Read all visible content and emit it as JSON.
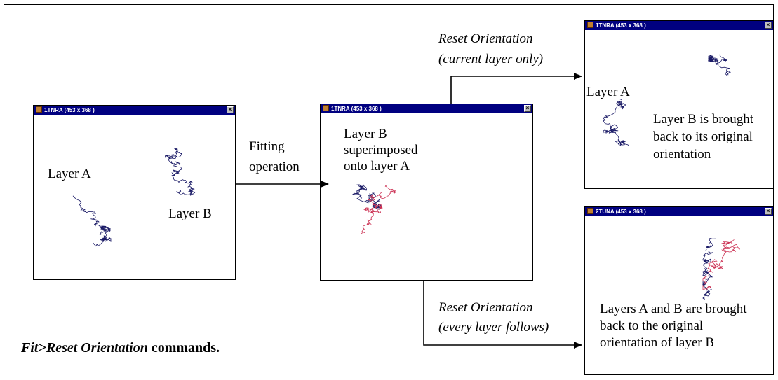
{
  "windows": {
    "left": {
      "title": "1TNRA  (453 x 368 )",
      "close": "×",
      "label_a": "Layer A",
      "label_b": "Layer B"
    },
    "middle": {
      "title": "1TNRA  (453 x 368 )",
      "close": "×",
      "text": [
        "Layer B",
        "superimposed",
        "onto layer A"
      ]
    },
    "top_right": {
      "title": "1TNRA  (453 x 368 )",
      "close": "×",
      "label_a": "Layer A",
      "text": [
        "Layer B is brought",
        "back to its original",
        "orientation"
      ]
    },
    "bottom_right": {
      "title": "2TUNA  (453 x 368 )",
      "close": "×",
      "text": [
        "Layers A and B are brought",
        "back to the original",
        "orientation of layer B"
      ]
    }
  },
  "arrows": {
    "fitting": [
      "Fitting",
      "operation"
    ],
    "reset_current": [
      "Reset Orientation",
      "(current layer only)"
    ],
    "reset_every": [
      "Reset Orientation",
      "(every layer follows)"
    ]
  },
  "caption": {
    "italic": "Fit>Reset Orientation",
    "bold": " commands."
  },
  "colors": {
    "titlebar": "#000080",
    "molecule_main": "#1a1a66",
    "molecule_accent": "#cc3355"
  }
}
